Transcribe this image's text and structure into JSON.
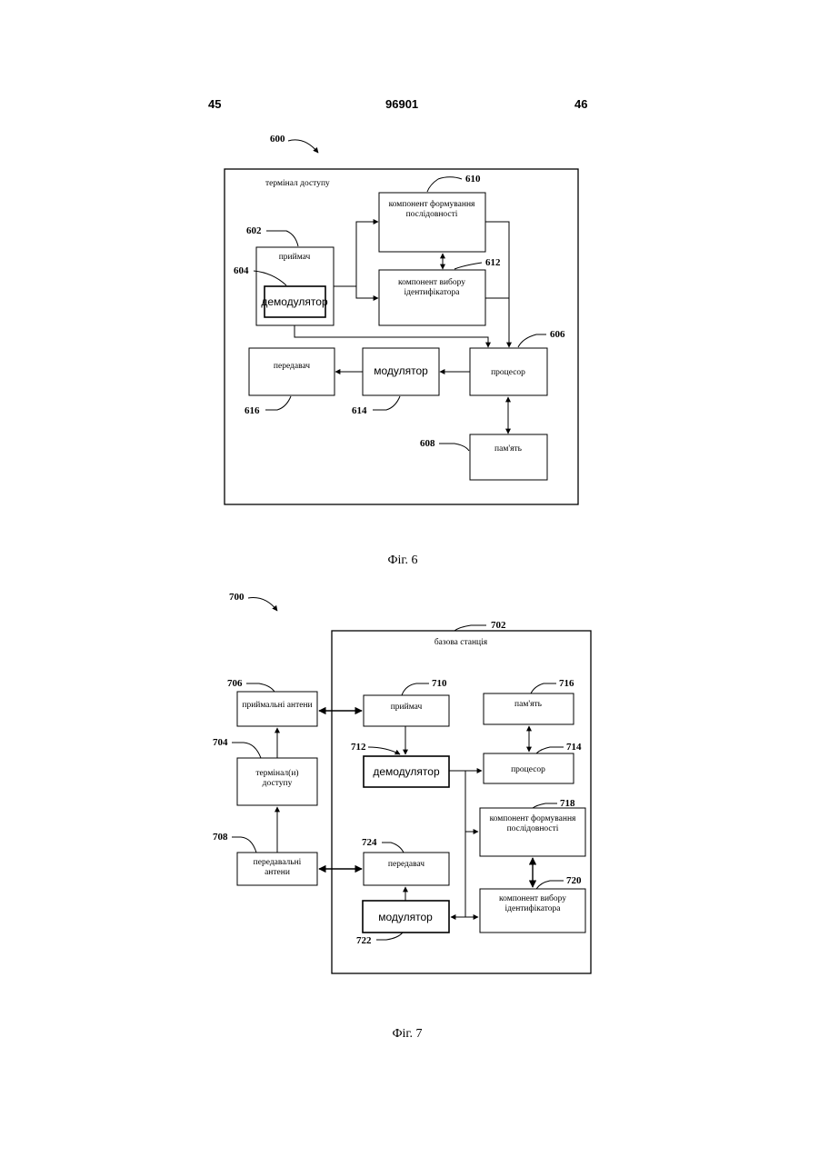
{
  "header": {
    "left": "45",
    "center": "96901",
    "right": "46"
  },
  "fig6": {
    "ref_600": "600",
    "ref_602": "602",
    "ref_604": "604",
    "ref_606": "606",
    "ref_608": "608",
    "ref_610": "610",
    "ref_612": "612",
    "ref_614": "614",
    "ref_616": "616",
    "terminal_label": "термінал доступу",
    "receiver": "приймач",
    "demodulator": "демодулятор",
    "seq_line1": "компонент формування",
    "seq_line2": "послідовності",
    "id_line1": "компонент вибору",
    "id_line2": "ідентифікатора",
    "processor": "процесор",
    "memory": "пам'ять",
    "modulator": "модулятор",
    "transmitter": "передавач",
    "caption": "Фіг. 6"
  },
  "fig7": {
    "ref_700": "700",
    "ref_702": "702",
    "ref_704": "704",
    "ref_706": "706",
    "ref_708": "708",
    "ref_710": "710",
    "ref_712": "712",
    "ref_714": "714",
    "ref_716": "716",
    "ref_718": "718",
    "ref_720": "720",
    "ref_722": "722",
    "ref_724": "724",
    "base_station": "базова станція",
    "rx_antennas": "приймальні антени",
    "terminals_line1": "термінал(и)",
    "terminals_line2": "доступу",
    "tx_antennas_line1": "передавальні",
    "tx_antennas_line2": "антени",
    "receiver": "приймач",
    "demodulator": "демодулятор",
    "processor": "процесор",
    "memory": "пам'ять",
    "seq_line1": "компонент формування",
    "seq_line2": "послідовності",
    "id_line1": "компонент вибору",
    "id_line2": "ідентифікатора",
    "transmitter": "передавач",
    "modulator": "модулятор",
    "caption": "Фіг. 7"
  }
}
